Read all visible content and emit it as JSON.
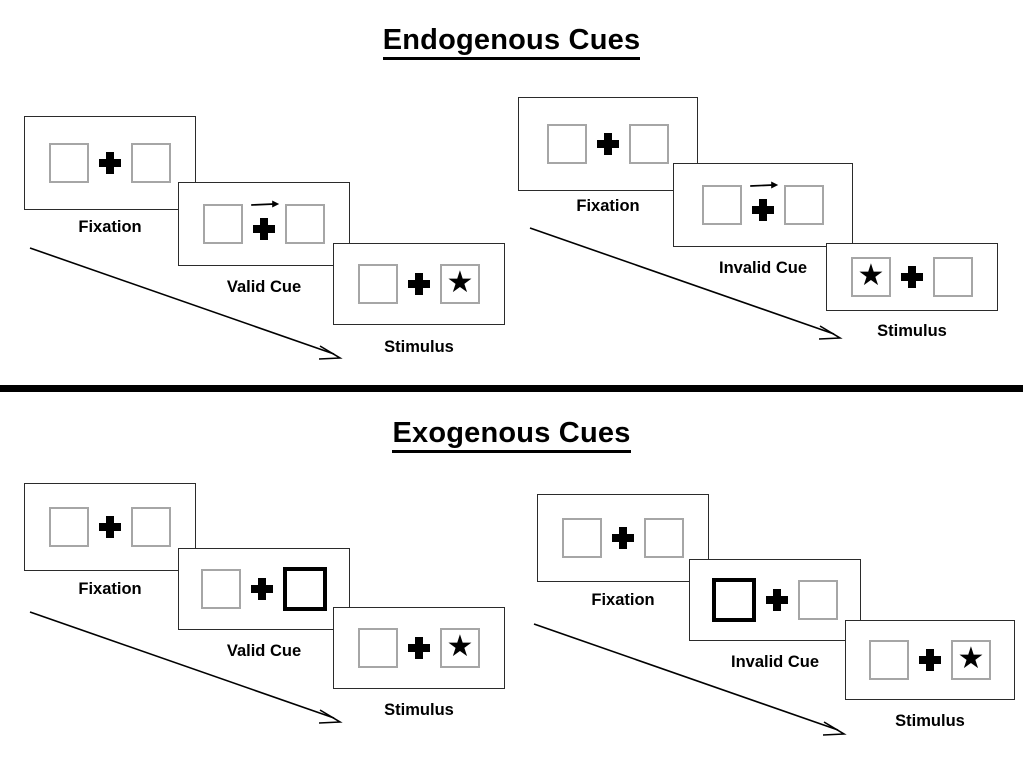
{
  "sections": [
    {
      "title": "Endogenous Cues",
      "cue_type": "arrow",
      "sequences": [
        {
          "name": "valid",
          "panels": [
            {
              "stage_label": "Fixation",
              "left_box": "empty",
              "right_box": "empty",
              "cue": "none"
            },
            {
              "stage_label": "Valid Cue",
              "left_box": "empty",
              "right_box": "empty",
              "cue": "arrow-right"
            },
            {
              "stage_label": "Stimulus",
              "left_box": "empty",
              "right_box": "star",
              "cue": "none"
            }
          ]
        },
        {
          "name": "invalid",
          "panels": [
            {
              "stage_label": "Fixation",
              "left_box": "empty",
              "right_box": "empty",
              "cue": "none"
            },
            {
              "stage_label": "Invalid Cue",
              "left_box": "empty",
              "right_box": "empty",
              "cue": "arrow-right"
            },
            {
              "stage_label": "Stimulus",
              "left_box": "star",
              "right_box": "empty",
              "cue": "none"
            }
          ]
        }
      ]
    },
    {
      "title": "Exogenous Cues",
      "cue_type": "box-flash",
      "sequences": [
        {
          "name": "valid",
          "panels": [
            {
              "stage_label": "Fixation",
              "left_box": "empty",
              "right_box": "empty",
              "cue": "none"
            },
            {
              "stage_label": "Valid Cue",
              "left_box": "empty",
              "right_box": "cued",
              "cue": "none"
            },
            {
              "stage_label": "Stimulus",
              "left_box": "empty",
              "right_box": "star",
              "cue": "none"
            }
          ]
        },
        {
          "name": "invalid",
          "panels": [
            {
              "stage_label": "Fixation",
              "left_box": "empty",
              "right_box": "empty",
              "cue": "none"
            },
            {
              "stage_label": "Invalid Cue",
              "left_box": "cued",
              "right_box": "empty",
              "cue": "none"
            },
            {
              "stage_label": "Stimulus",
              "left_box": "empty",
              "right_box": "star",
              "cue": "none"
            }
          ]
        }
      ]
    }
  ],
  "glyphs": {
    "star": "★"
  },
  "colors": {
    "ink": "#000000",
    "panel_border": "#2b2b2b",
    "box_border": "#a6a6a6",
    "cued_box_border": "#000000",
    "background": "#ffffff"
  }
}
